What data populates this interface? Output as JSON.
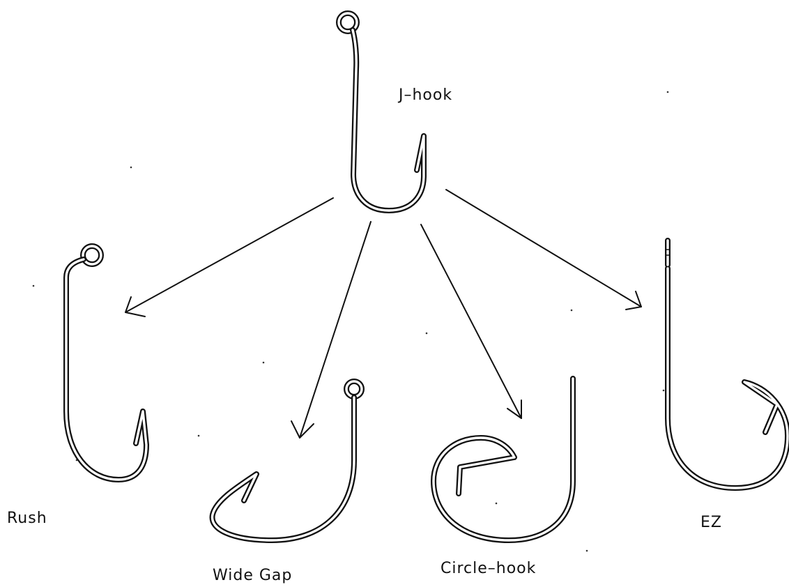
{
  "diagram": {
    "labels": {
      "j_hook": "J–hook",
      "rush": "Rush",
      "wide_gap": "Wide  Gap",
      "circle_hook": "Circle–hook",
      "ez": "EZ"
    },
    "arrows": [
      {
        "from": "J–hook",
        "to": "Rush"
      },
      {
        "from": "J–hook",
        "to": "Wide  Gap"
      },
      {
        "from": "J–hook",
        "to": "Circle–hook"
      },
      {
        "from": "J–hook",
        "to": "EZ"
      }
    ]
  }
}
